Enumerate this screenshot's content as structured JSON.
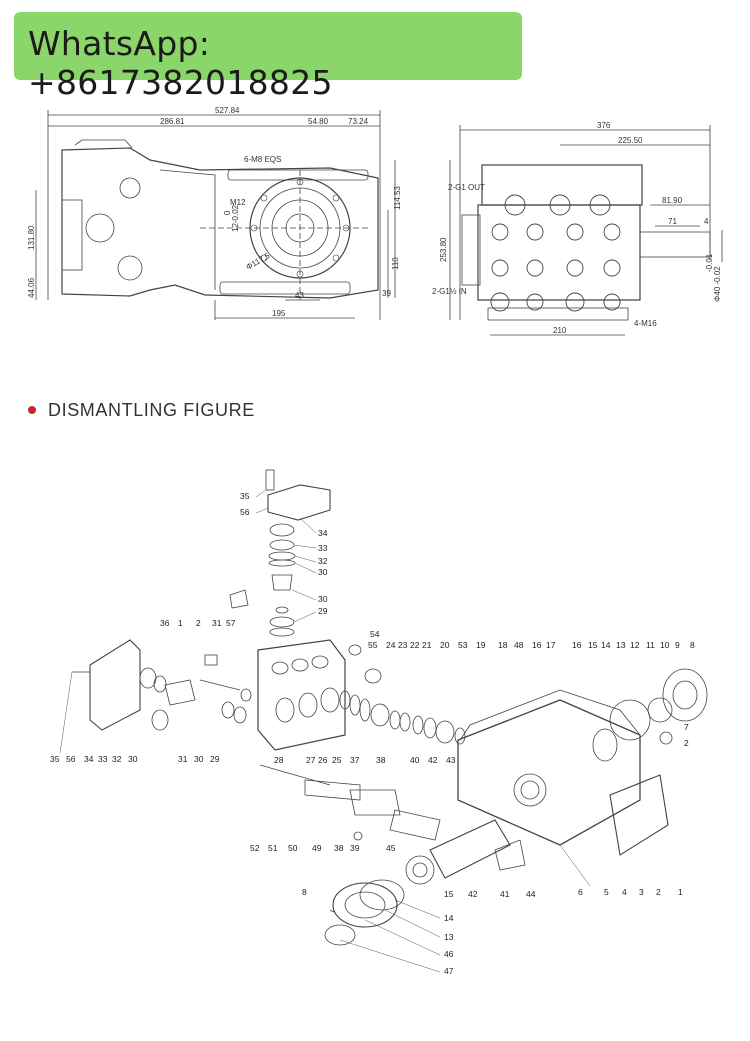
{
  "banner": {
    "text": "WhatsApp: +8617382018825",
    "color": "#8ad66a"
  },
  "section": {
    "title": "DISMANTLING FIGURE",
    "bullet_color": "#c0272d"
  },
  "side_view": {
    "dims": [
      "527.84",
      "286.81",
      "54.80",
      "73.24",
      "6-M8 EQS",
      "M12",
      "12-0.02",
      "0",
      "Φ117.5",
      "131.80",
      "44.06",
      "114.53",
      "110",
      "39",
      "43",
      "195"
    ]
  },
  "front_view": {
    "dims": [
      "376",
      "225.50",
      "2-G1 OUT",
      "81.90",
      "71",
      "4",
      "253.80",
      "2-G1½ IN",
      "-0.01",
      "Φ40 -0.02",
      "210",
      "4-M16"
    ]
  },
  "parts": [
    "35",
    "56",
    "34",
    "33",
    "32",
    "30",
    "30",
    "29",
    "36",
    "1",
    "2",
    "31",
    "57",
    "54",
    "55",
    "24",
    "23",
    "22",
    "21",
    "20",
    "53",
    "19",
    "18",
    "48",
    "16",
    "17",
    "16",
    "15",
    "14",
    "13",
    "12",
    "11",
    "10",
    "9",
    "8",
    "7",
    "2",
    "35",
    "56",
    "34",
    "33",
    "32",
    "30",
    "31",
    "30",
    "29",
    "28",
    "27",
    "26",
    "25",
    "37",
    "38",
    "40",
    "42",
    "43",
    "52",
    "51",
    "50",
    "49",
    "38",
    "39",
    "45",
    "6",
    "5",
    "4",
    "3",
    "2",
    "1",
    "8",
    "15",
    "14",
    "13",
    "46",
    "47",
    "42",
    "41",
    "44"
  ]
}
